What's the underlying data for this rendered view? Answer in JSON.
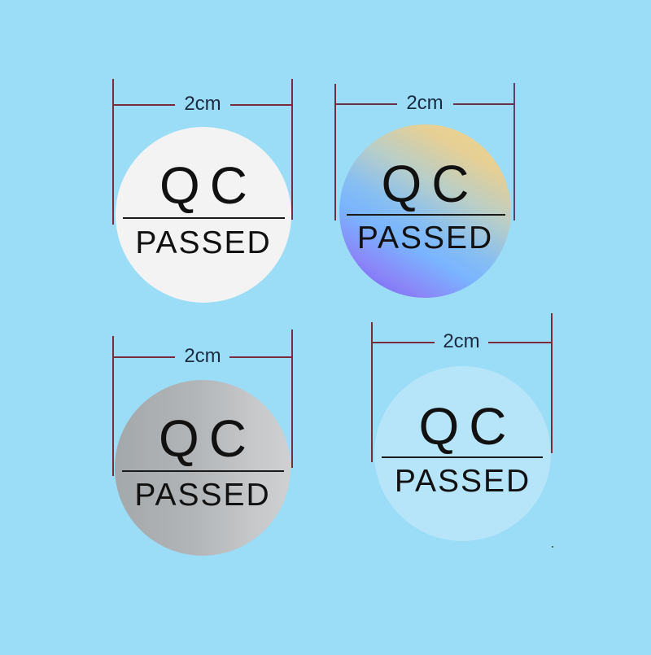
{
  "background_color": "#9BDCF7",
  "dimension_line_color": "#7A2A3A",
  "stickers": [
    {
      "id": "white",
      "finish": "white",
      "dimension_label": "2cm",
      "title": "QC",
      "subtitle": "PASSED",
      "fill": "#F3F3F3"
    },
    {
      "id": "holographic",
      "finish": "holographic gradient",
      "dimension_label": "2cm",
      "title": "QC",
      "subtitle": "PASSED",
      "fill_gradient": [
        "#7B5CF5",
        "#7DB8FF",
        "#E9D28F"
      ]
    },
    {
      "id": "silver",
      "finish": "silver",
      "dimension_label": "2cm",
      "title": "QC",
      "subtitle": "PASSED",
      "fill_gradient": [
        "#A5AAAD",
        "#CACCCE"
      ]
    },
    {
      "id": "transparent",
      "finish": "transparent",
      "dimension_label": "2cm",
      "title": "QC",
      "subtitle": "PASSED",
      "fill": "#B6E4F8"
    }
  ]
}
